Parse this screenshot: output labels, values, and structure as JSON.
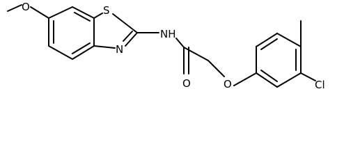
{
  "molecule": {
    "atoms": {
      "methoxy_oxygen": "O",
      "sulfur": "S",
      "ring_nitrogen": "N",
      "amide_nitrogen": "NH",
      "carbonyl_oxygen": "O",
      "ether_oxygen": "O",
      "chlorine": "Cl"
    }
  },
  "colors": {
    "bond": "#000000",
    "label": "#000000",
    "background": "#ffffff"
  }
}
